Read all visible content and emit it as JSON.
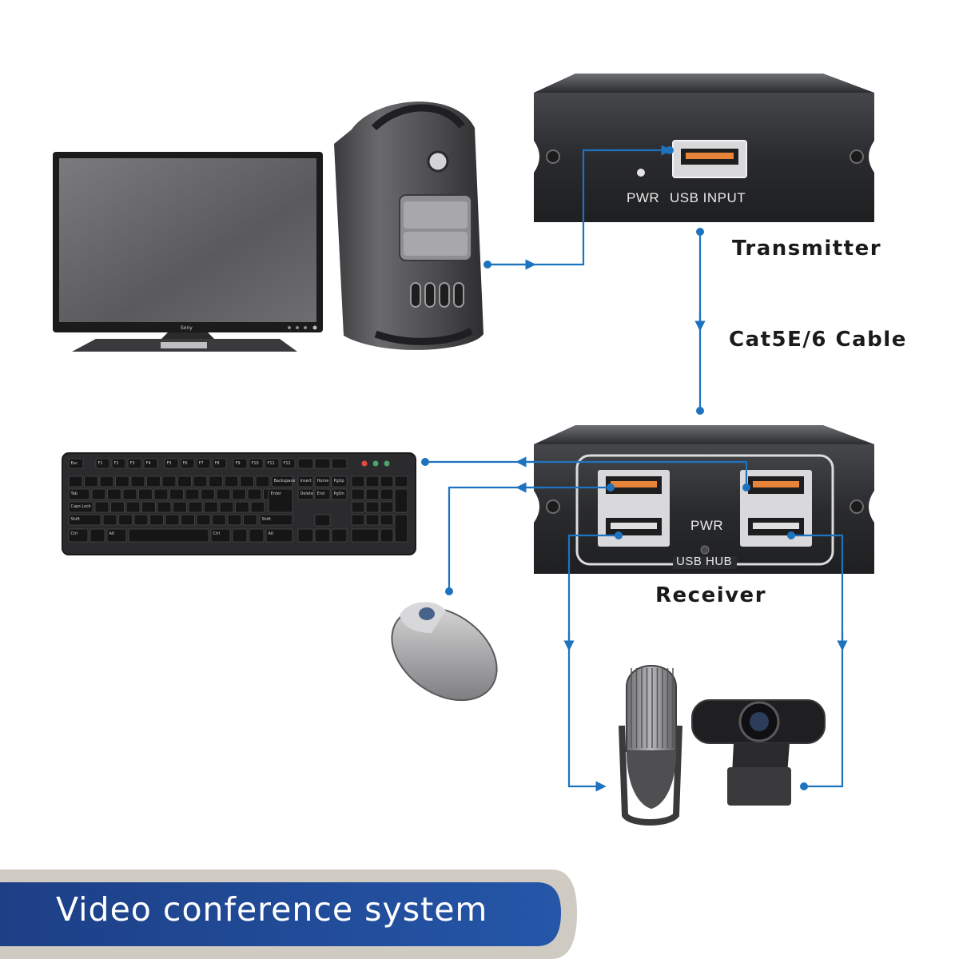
{
  "labels": {
    "transmitter": "Transmitter",
    "cable": "Cat5E/6 Cable",
    "receiver": "Receiver"
  },
  "transmitter_panel": {
    "pwr": "PWR",
    "usb_input": "USB INPUT"
  },
  "receiver_panel": {
    "pwr": "PWR",
    "usb_hub": "USB HUB"
  },
  "monitor": {
    "brand": "Sony"
  },
  "keyboard": {
    "function_row": [
      "Esc",
      "F1",
      "F2",
      "F3",
      "F4",
      "F5",
      "F6",
      "F7",
      "F8",
      "F9",
      "F10",
      "F11",
      "F12"
    ],
    "keys": {
      "backspace": "Backspace",
      "tab": "Tab",
      "caps_lock": "Caps Lock",
      "enter": "Enter",
      "shift_left": "Shift",
      "shift_right": "Shift",
      "ctrl_left": "Ctrl",
      "alt_left": "Alt",
      "alt_right": "Alt",
      "ctrl_right": "Ctrl",
      "insert": "Insert",
      "home": "Home",
      "page_up": "PgUp",
      "delete": "Delete",
      "end": "End",
      "page_down": "PgDn"
    }
  },
  "footer": {
    "title": "Video conference system"
  },
  "colors": {
    "line": "#1e73be",
    "device_body": "#2d2e31",
    "banner_blue": "#1f4e9c",
    "banner_silver": "#d0ccc4"
  }
}
